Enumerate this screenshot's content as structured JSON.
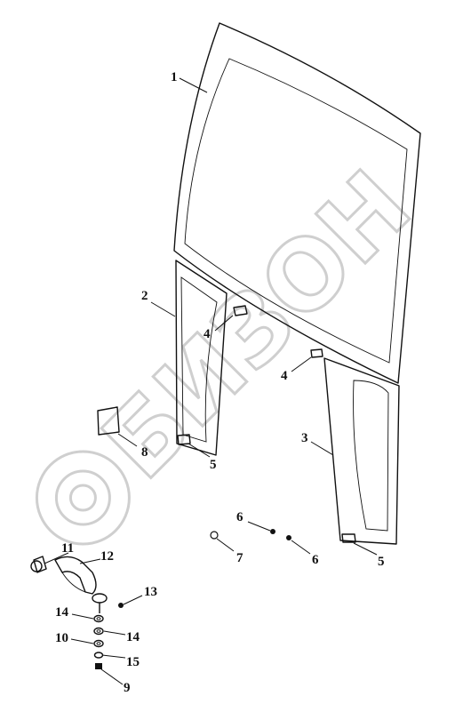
{
  "watermark": {
    "text": "БИЗОН"
  },
  "callouts": {
    "c1": "1",
    "c2": "2",
    "c3": "3",
    "c4a": "4",
    "c4b": "4",
    "c5a": "5",
    "c5b": "5",
    "c6a": "6",
    "c6b": "6",
    "c7": "7",
    "c8": "8",
    "c9": "9",
    "c10": "10",
    "c11": "11",
    "c12": "12",
    "c13": "13",
    "c14a": "14",
    "c14b": "14",
    "c15": "15"
  }
}
